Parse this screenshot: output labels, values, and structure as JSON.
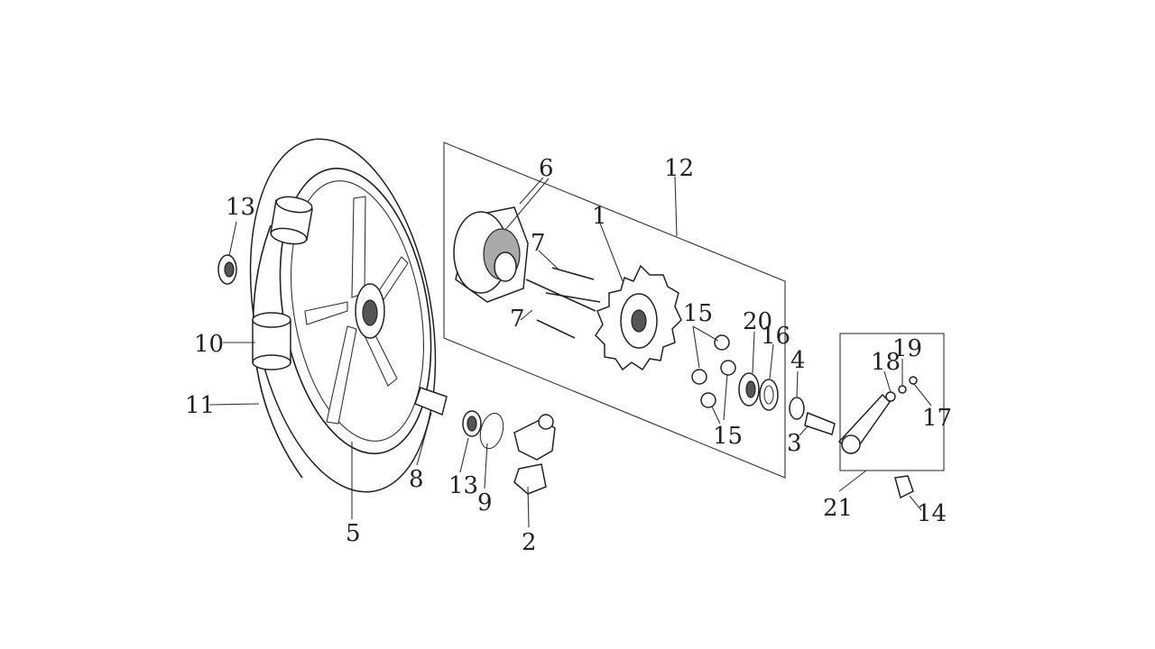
{
  "diagram": {
    "labels": {
      "l1": "1",
      "l2": "2",
      "l3": "3",
      "l4": "4",
      "l5": "5",
      "l6": "6",
      "l7a": "7",
      "l7b": "7",
      "l8": "8",
      "l9": "9",
      "l10": "10",
      "l11": "11",
      "l12": "12",
      "l13a": "13",
      "l13b": "13",
      "l14": "14",
      "l15a": "15",
      "l15b": "15",
      "l16": "16",
      "l17": "17",
      "l18": "18",
      "l19": "19",
      "l20": "20",
      "l21": "21"
    }
  }
}
